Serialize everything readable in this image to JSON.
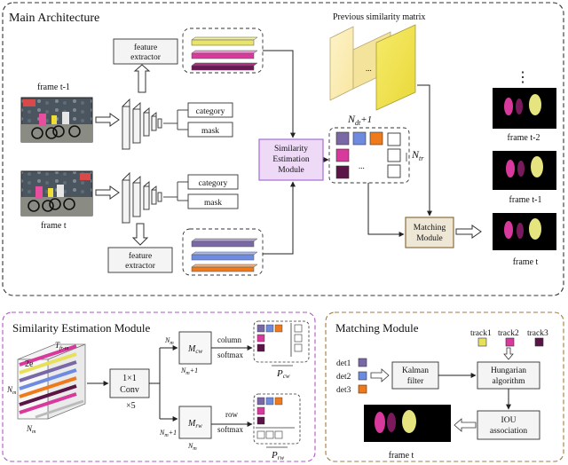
{
  "main": {
    "title": "Main Architecture",
    "prev_matrix_label": "Previous similarity matrix",
    "frame_prev_label": "frame t-1",
    "frame_cur_label": "frame t",
    "feature_extractor_label_1": "feature",
    "feature_extractor_label_2": "extractor",
    "category_label": "category",
    "mask_label": "mask",
    "sem_line1": "Similarity",
    "sem_line2": "Estimation",
    "sem_line3": "Module",
    "ndt_label": "N",
    "ndt_sub": "dt",
    "ndt_plus": "+1",
    "ntr_label": "N",
    "ntr_sub": "tr",
    "matching_line1": "Matching",
    "matching_line2": "Module",
    "out_frame_t2": "frame t-2",
    "out_frame_t1": "frame t-1",
    "out_frame_t": "frame t",
    "ellipsis": "⋮",
    "dots": "..."
  },
  "sem_panel": {
    "title": "Similarity Estimation Module",
    "tensor_2e": "2e",
    "tensor_t": "T",
    "tensor_t_sub": "fr-m",
    "n_m": "N",
    "n_m_sub": "m",
    "conv_line1": "1×1",
    "conv_line2": "Conv",
    "times5": "×5",
    "mcw": "M",
    "mcw_sub": "cw",
    "mrw": "M",
    "mrw_sub": "rw",
    "plus1": "+1",
    "column_line1": "column",
    "column_line2": "softmax",
    "row_line1": "row",
    "row_line2": "softmax",
    "pcw": "P",
    "pcw_sub": "cw",
    "prw": "P",
    "prw_sub": "rw"
  },
  "match_panel": {
    "title": "Matching Module",
    "tracks": [
      "track1",
      "track2",
      "track3"
    ],
    "dets": [
      "det1",
      "det2",
      "det3"
    ],
    "kalman_line1": "Kalman",
    "kalman_line2": "filter",
    "hungarian_line1": "Hungarian",
    "hungarian_line2": "algorithm",
    "iou_line1": "IOU",
    "iou_line2": "association",
    "frame_t": "frame t"
  },
  "colors": {
    "purple": "#7a68a6",
    "blue": "#6f8be0",
    "orange": "#ee7a1c",
    "magenta": "#d8399c",
    "yellow": "#e8e05a",
    "dark_magenta": "#5a1446",
    "sem_fill": "#eed9f7",
    "sem_border": "#a36ed3",
    "matching_fill": "#efe7d6",
    "matching_border": "#8a6d3b"
  }
}
